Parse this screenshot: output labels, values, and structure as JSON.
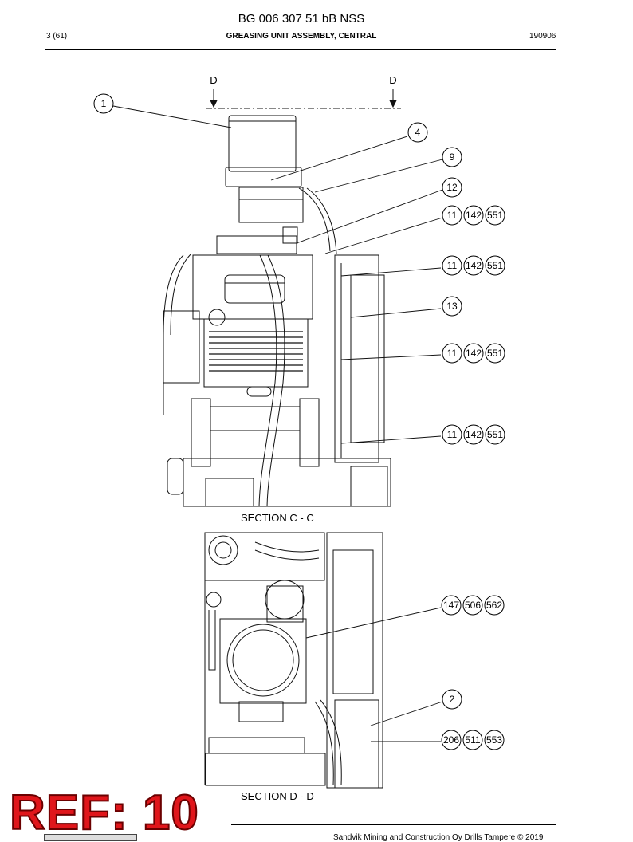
{
  "header": {
    "doc_title": "BG 006 307 51 bB NSS",
    "page": "3 (61)",
    "sheet_title": "GREASING UNIT ASSEMBLY, CENTRAL",
    "date": "190906"
  },
  "section_markers": {
    "left": "D",
    "right": "D"
  },
  "section_labels": {
    "upper": "SECTION C - C",
    "lower": "SECTION D - D"
  },
  "callouts": {
    "c1": [
      "1"
    ],
    "c4": [
      "4"
    ],
    "c9": [
      "9"
    ],
    "c12": [
      "12"
    ],
    "c11a": [
      "11",
      "142",
      "551"
    ],
    "c11b": [
      "11",
      "142",
      "551"
    ],
    "c13": [
      "13"
    ],
    "c11c": [
      "11",
      "142",
      "551"
    ],
    "c11d": [
      "11",
      "142",
      "551"
    ],
    "c147": [
      "147",
      "506",
      "562"
    ],
    "c2": [
      "2"
    ],
    "c206": [
      "206",
      "511",
      "553"
    ]
  },
  "ref_stamp": "REF: 10",
  "footer": {
    "copyright": "Sandvik Mining and Construction Oy Drills Tampere © 2019"
  }
}
